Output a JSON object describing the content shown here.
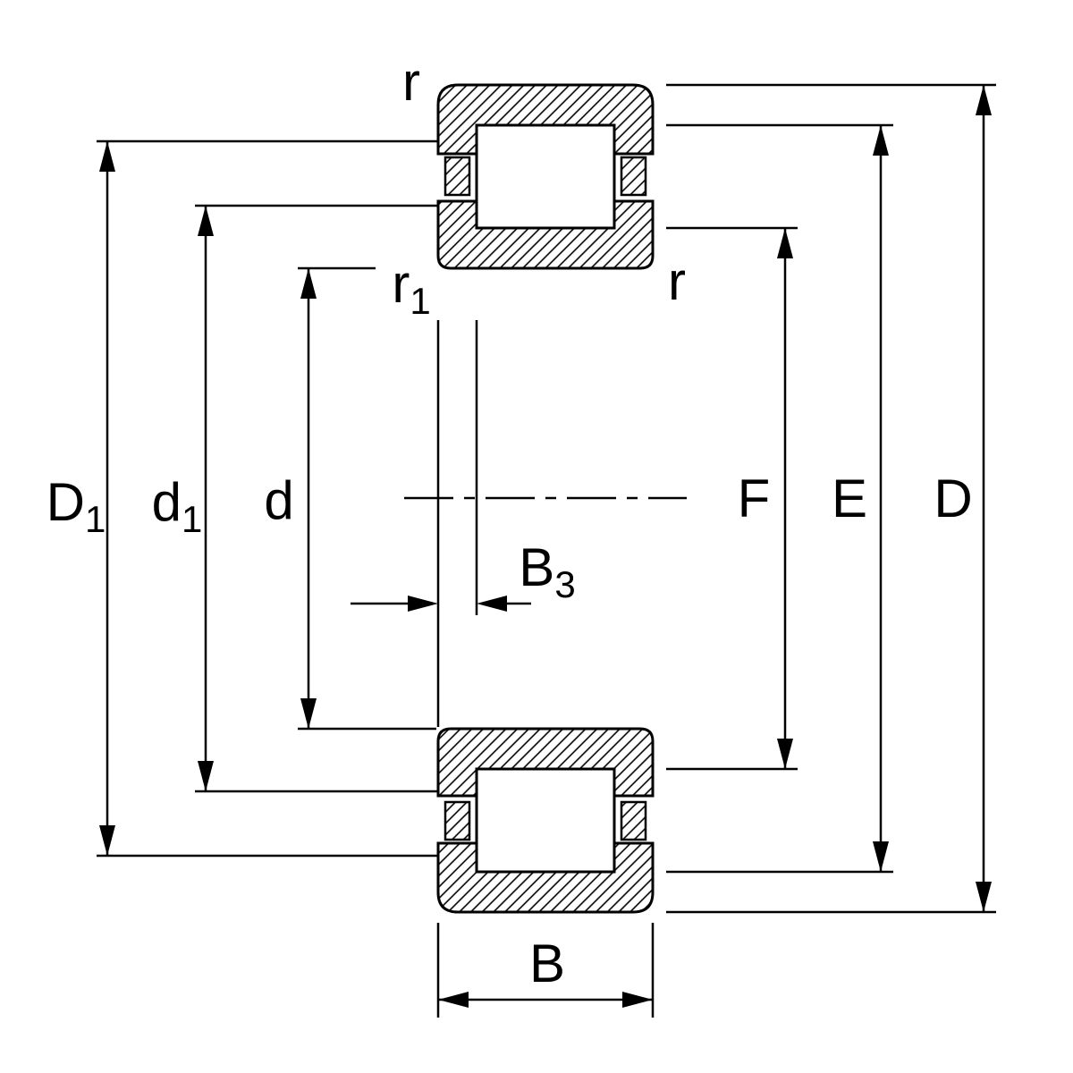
{
  "figure": {
    "drawing_type": "cylindrical-roller-bearing-cross-section",
    "colors": {
      "line": "#000000",
      "background": "#ffffff"
    },
    "labels": {
      "r_top": {
        "base": "r",
        "sub": ""
      },
      "r1": {
        "base": "r",
        "sub": "1"
      },
      "r_right": {
        "base": "r",
        "sub": ""
      },
      "D1": {
        "base": "D",
        "sub": "1"
      },
      "d1": {
        "base": "d",
        "sub": "1"
      },
      "d": {
        "base": "d",
        "sub": ""
      },
      "B3": {
        "base": "B",
        "sub": "3"
      },
      "F": {
        "base": "F",
        "sub": ""
      },
      "E": {
        "base": "E",
        "sub": ""
      },
      "D": {
        "base": "D",
        "sub": ""
      },
      "B": {
        "base": "B",
        "sub": ""
      }
    }
  }
}
